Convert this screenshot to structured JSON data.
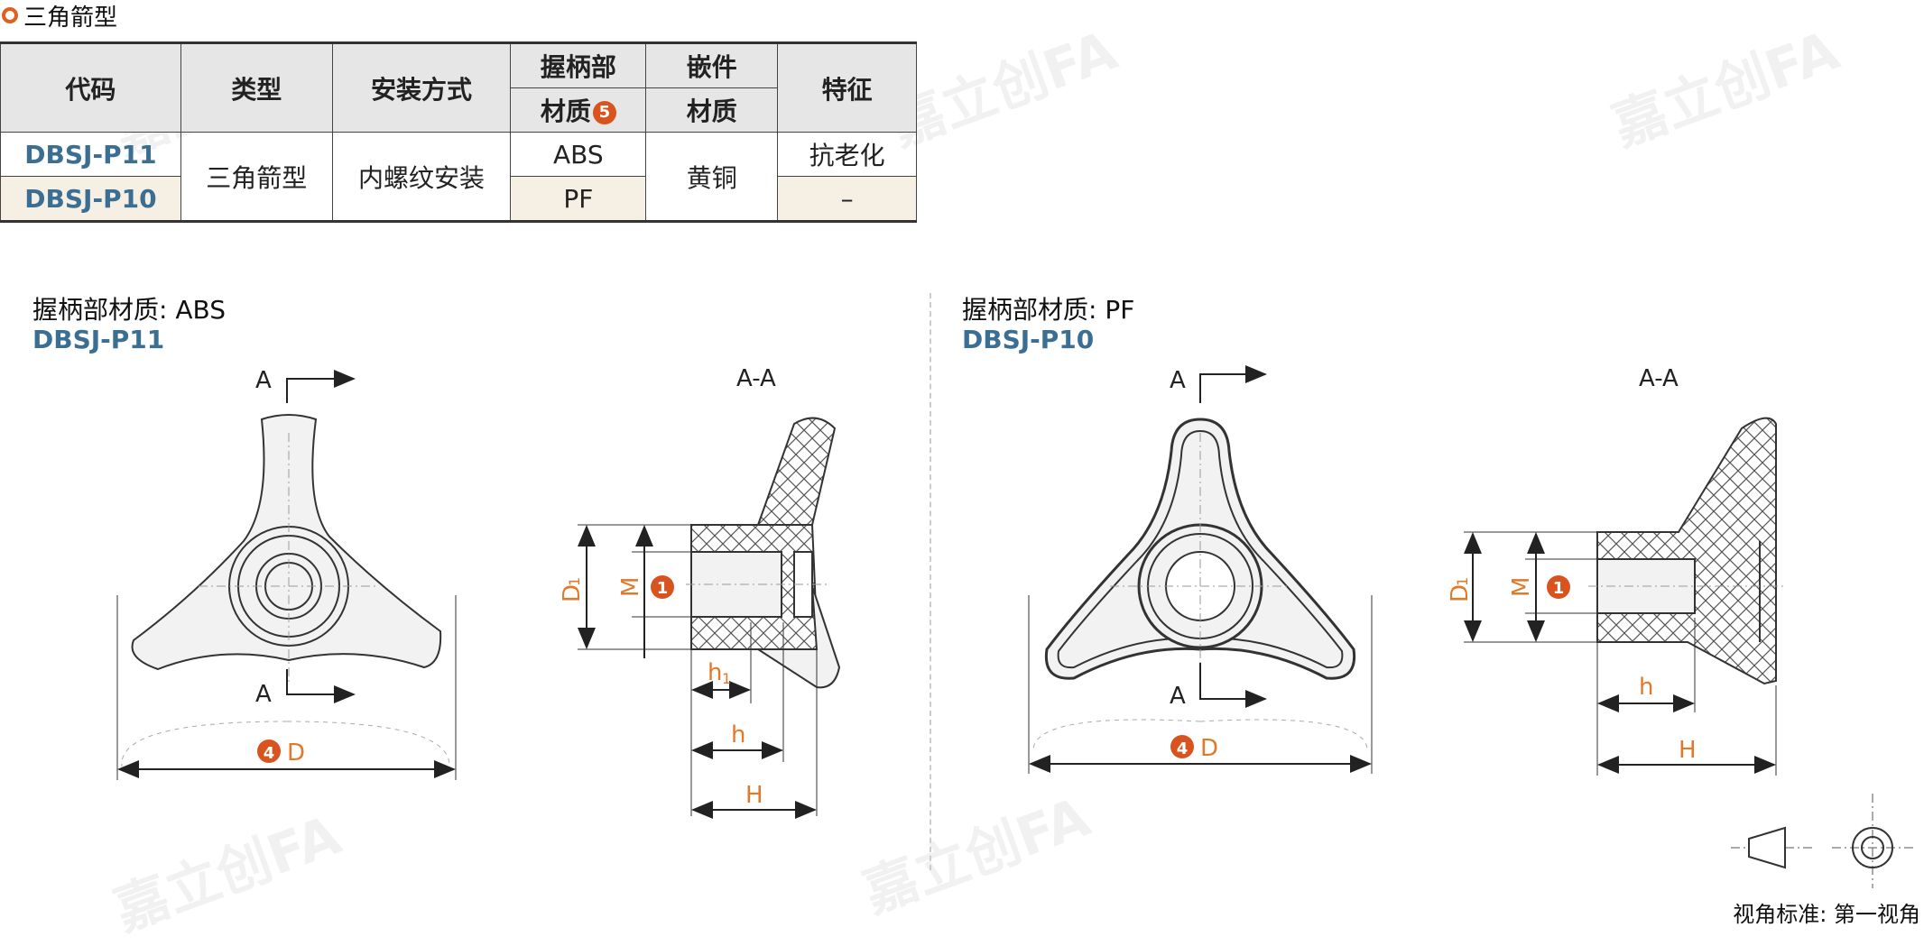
{
  "title": "三角箭型",
  "table": {
    "headers": {
      "code": "代码",
      "type": "类型",
      "install": "安装方式",
      "grip_top": "握柄部",
      "grip_bottom": "材质",
      "grip_badge": "5",
      "insert_top": "嵌件",
      "insert_bottom": "材质",
      "feature": "特征"
    },
    "rows": [
      {
        "code": "DBSJ-P11",
        "type": "三角箭型",
        "install": "内螺纹安装",
        "grip": "ABS",
        "insert": "黄铜",
        "feature": "抗老化"
      },
      {
        "code": "DBSJ-P10",
        "grip": "PF",
        "feature": "–"
      }
    ]
  },
  "left": {
    "label": "握柄部材质: ABS",
    "code": "DBSJ-P11",
    "section_a": "A",
    "section_aa": "A-A",
    "dim_d": "D",
    "dim_d_badge": "4",
    "dim_d1": "D",
    "dim_d1_sub": "1",
    "dim_m": "M",
    "dim_m_badge": "1",
    "dim_h1": "h",
    "dim_h1_sub": "1",
    "dim_h": "h",
    "dim_H": "H"
  },
  "right": {
    "label": "握柄部材质: PF",
    "code": "DBSJ-P10",
    "section_a": "A",
    "section_aa": "A-A",
    "dim_d": "D",
    "dim_d_badge": "4",
    "dim_d1": "D",
    "dim_d1_sub": "1",
    "dim_m": "M",
    "dim_m_badge": "1",
    "dim_h": "h",
    "dim_H": "H"
  },
  "footer": "视角标准: 第一视角",
  "colors": {
    "accent": "#e0611e",
    "code_blue": "#3a6e93",
    "dim_orange": "#e07a2a"
  }
}
